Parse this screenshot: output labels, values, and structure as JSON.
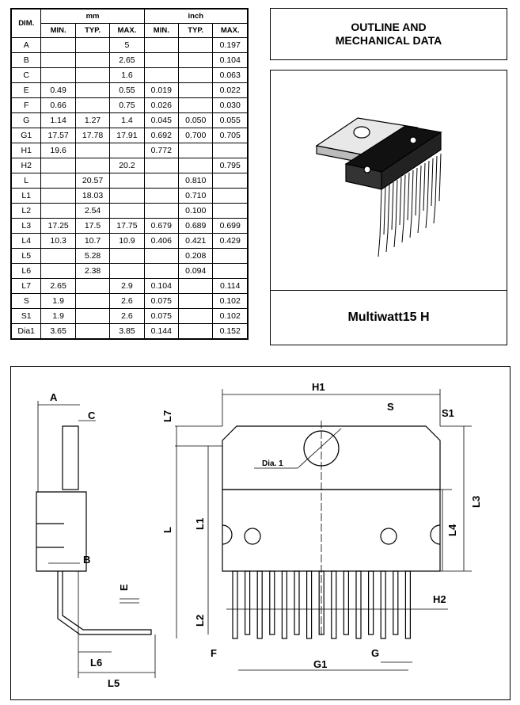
{
  "table": {
    "header": {
      "dim": "DIM.",
      "mm": "mm",
      "inch": "inch",
      "min": "MIN.",
      "typ": "TYP.",
      "max": "MAX."
    },
    "rows": [
      [
        "A",
        "",
        "",
        "5",
        "",
        "",
        "0.197"
      ],
      [
        "B",
        "",
        "",
        "2.65",
        "",
        "",
        "0.104"
      ],
      [
        "C",
        "",
        "",
        "1.6",
        "",
        "",
        "0.063"
      ],
      [
        "E",
        "0.49",
        "",
        "0.55",
        "0.019",
        "",
        "0.022"
      ],
      [
        "F",
        "0.66",
        "",
        "0.75",
        "0.026",
        "",
        "0.030"
      ],
      [
        "G",
        "1.14",
        "1.27",
        "1.4",
        "0.045",
        "0.050",
        "0.055"
      ],
      [
        "G1",
        "17.57",
        "17.78",
        "17.91",
        "0.692",
        "0.700",
        "0.705"
      ],
      [
        "H1",
        "19.6",
        "",
        "",
        "0.772",
        "",
        ""
      ],
      [
        "H2",
        "",
        "",
        "20.2",
        "",
        "",
        "0.795"
      ],
      [
        "L",
        "",
        "20.57",
        "",
        "",
        "0.810",
        ""
      ],
      [
        "L1",
        "",
        "18.03",
        "",
        "",
        "0.710",
        ""
      ],
      [
        "L2",
        "",
        "2.54",
        "",
        "",
        "0.100",
        ""
      ],
      [
        "L3",
        "17.25",
        "17.5",
        "17.75",
        "0.679",
        "0.689",
        "0.699"
      ],
      [
        "L4",
        "10.3",
        "10.7",
        "10.9",
        "0.406",
        "0.421",
        "0.429"
      ],
      [
        "L5",
        "",
        "5.28",
        "",
        "",
        "0.208",
        ""
      ],
      [
        "L6",
        "",
        "2.38",
        "",
        "",
        "0.094",
        ""
      ],
      [
        "L7",
        "2.65",
        "",
        "2.9",
        "0.104",
        "",
        "0.114"
      ],
      [
        "S",
        "1.9",
        "",
        "2.6",
        "0.075",
        "",
        "0.102"
      ],
      [
        "S1",
        "1.9",
        "",
        "2.6",
        "0.075",
        "",
        "0.102"
      ],
      [
        "Dia1",
        "3.65",
        "",
        "3.85",
        "0.144",
        "",
        "0.152"
      ]
    ]
  },
  "title": {
    "line1": "OUTLINE AND",
    "line2": "MECHANICAL DATA"
  },
  "package_name": "Multiwatt15 H",
  "drawing": {
    "labels": {
      "A": "A",
      "C": "C",
      "B": "B",
      "E": "E",
      "L6": "L6",
      "L5": "L5",
      "L7": "L7",
      "L": "L",
      "L1": "L1",
      "L2": "L2",
      "F": "F",
      "H1": "H1",
      "S": "S",
      "S1": "S1",
      "L3": "L3",
      "L4": "L4",
      "H2": "H2",
      "G1": "G1",
      "G": "G",
      "Dia": "Dia. 1"
    }
  }
}
